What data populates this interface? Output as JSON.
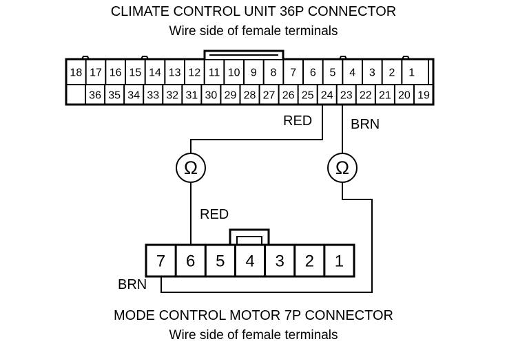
{
  "top_connector": {
    "title": "CLIMATE CONTROL UNIT 36P CONNECTOR",
    "subtitle": "Wire side of female terminals",
    "row1": [
      "18",
      "17",
      "16",
      "15",
      "14",
      "13",
      "12",
      "11",
      "10",
      "9",
      "8",
      "7",
      "6",
      "5",
      "4",
      "3",
      "2",
      "1"
    ],
    "row2": [
      "",
      "36",
      "35",
      "34",
      "33",
      "32",
      "31",
      "30",
      "29",
      "28",
      "27",
      "26",
      "25",
      "24",
      "23",
      "22",
      "21",
      "20",
      "19"
    ]
  },
  "bottom_connector": {
    "title": "MODE CONTROL MOTOR 7P CONNECTOR",
    "subtitle": "Wire side of female terminals",
    "pins": [
      "7",
      "6",
      "5",
      "4",
      "3",
      "2",
      "1"
    ]
  },
  "wires": {
    "red_top": "RED",
    "brn_top": "BRN",
    "red_bottom": "RED",
    "brn_bottom": "BRN"
  },
  "meter_symbol": "Ω"
}
